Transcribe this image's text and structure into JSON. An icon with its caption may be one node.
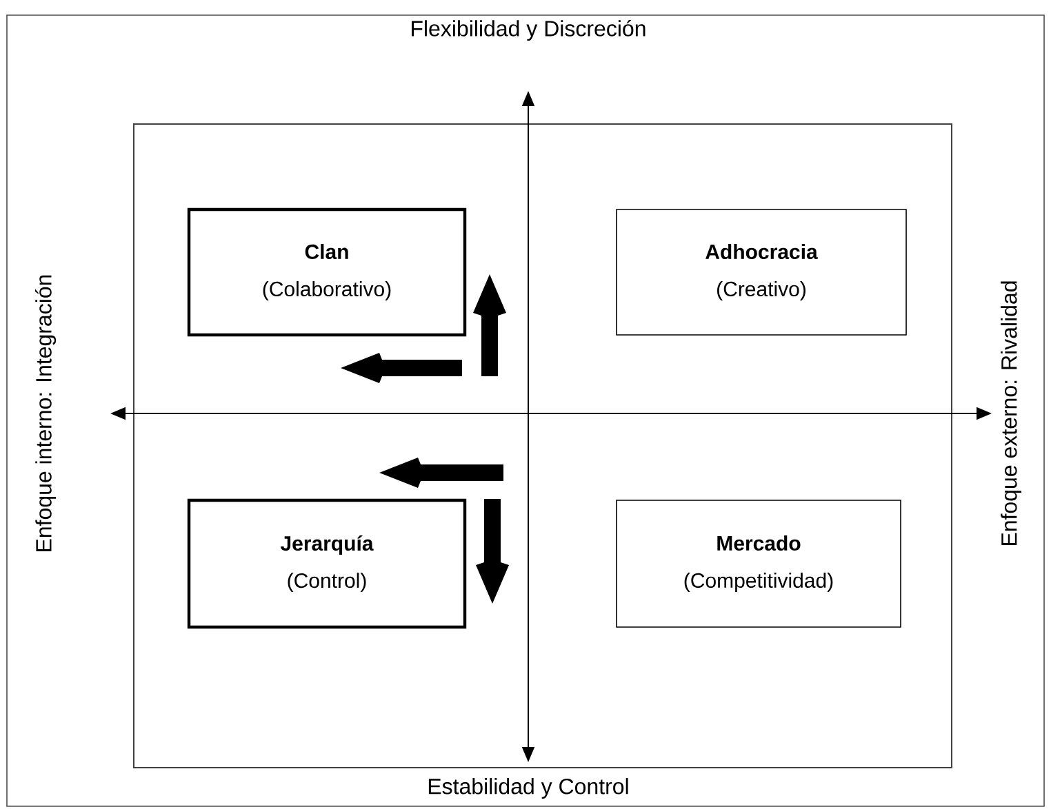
{
  "diagram": {
    "nodes": [
      {
        "text": [
          "Clan",
          "(Colaborativo)"
        ]
      },
      {
        "text": [
          "Adhocracia",
          "(Creativo)"
        ]
      },
      {
        "text": [
          "Jerarquía",
          "(Control)"
        ]
      },
      {
        "text": [
          "Mercado",
          "(Competitividad)"
        ]
      }
    ],
    "labels": [
      "Flexibilidad y Discreción",
      "Enfoque interno: Integración",
      "Enfoque externo: Rivalidad",
      "Estabilidad y Control"
    ]
  }
}
